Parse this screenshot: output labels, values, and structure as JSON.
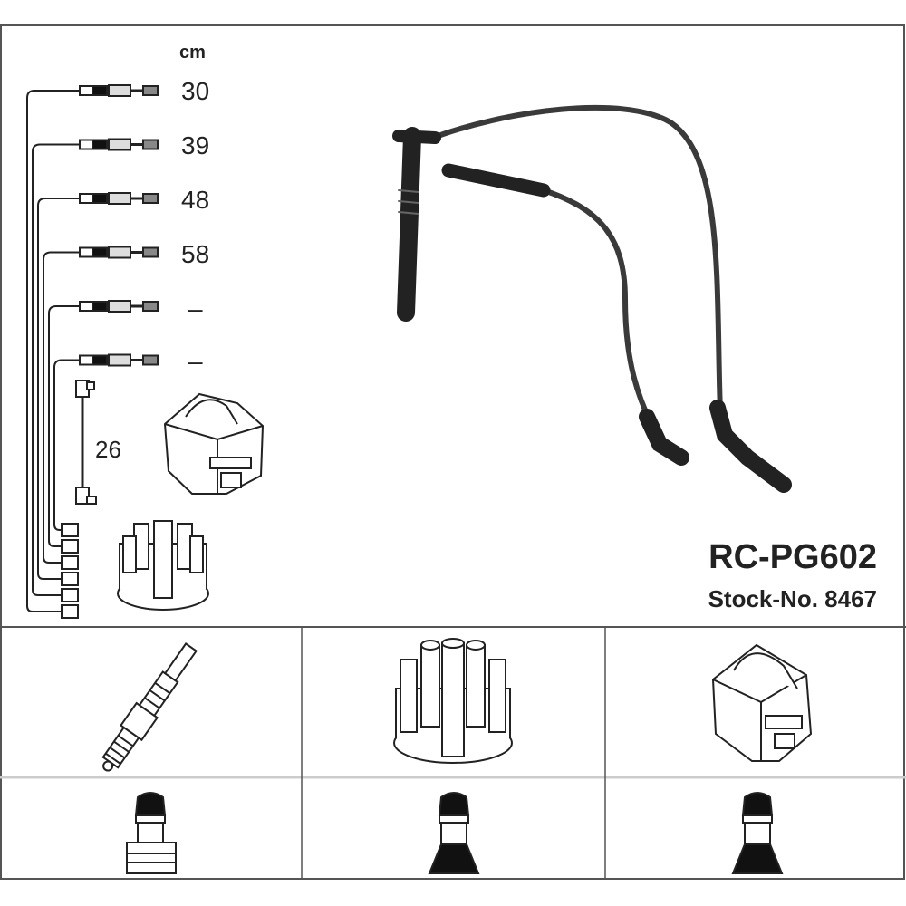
{
  "diagram": {
    "unit_label": "cm",
    "lengths": [
      "30",
      "39",
      "48",
      "58",
      "–",
      "–"
    ],
    "coil_lead_length": "26",
    "product_code": "RC-PG602",
    "stock_number": "Stock-No. 8467"
  },
  "application_table": {
    "columns": [
      {
        "component": "spark-plug",
        "connector": "straight-boot"
      },
      {
        "component": "distributor-cap",
        "connector": "tapered-boot"
      },
      {
        "component": "ignition-coil",
        "connector": "tapered-boot"
      }
    ]
  },
  "colors": {
    "line": "#222222",
    "frame": "#555555",
    "wire": "#3a3a3a"
  }
}
